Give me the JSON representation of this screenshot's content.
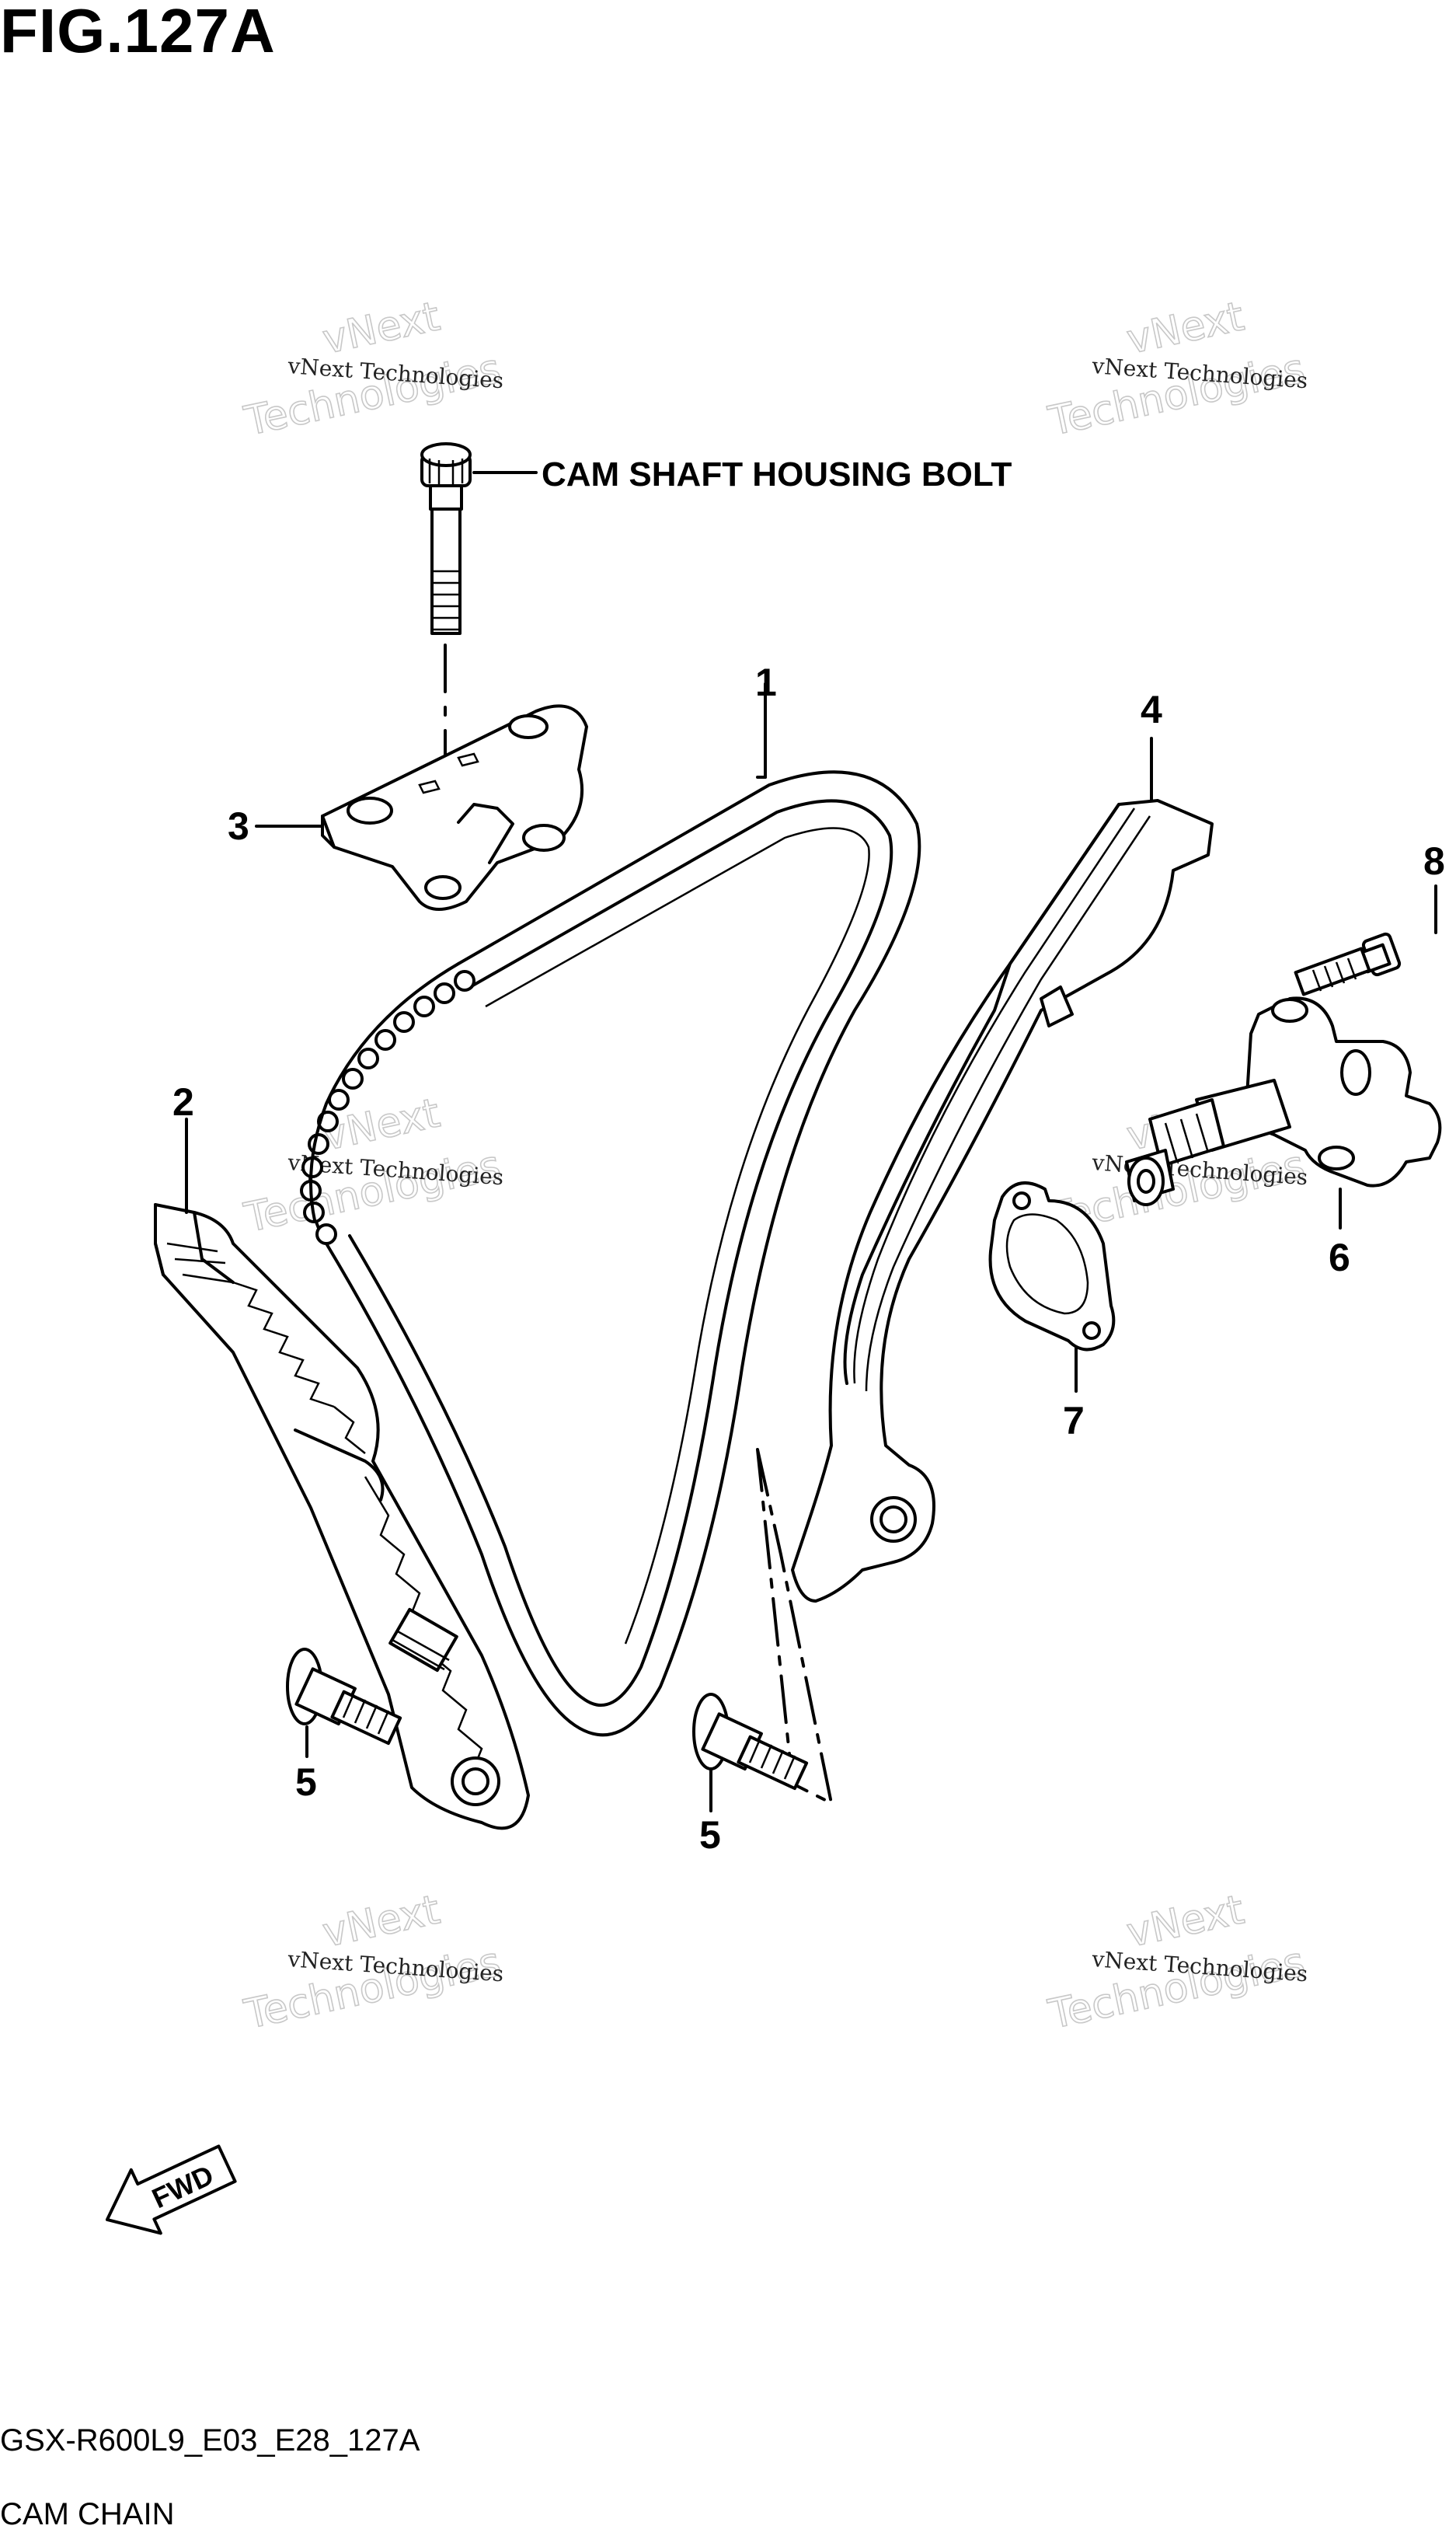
{
  "figure": {
    "title": "FIG.127A",
    "bolt_label": "CAM SHAFT HOUSING BOLT",
    "fwd_label": "FWD"
  },
  "callouts": [
    {
      "id": "1",
      "label": "1"
    },
    {
      "id": "2",
      "label": "2"
    },
    {
      "id": "3",
      "label": "3"
    },
    {
      "id": "4",
      "label": "4"
    },
    {
      "id": "5a",
      "label": "5"
    },
    {
      "id": "5b",
      "label": "5"
    },
    {
      "id": "6",
      "label": "6"
    },
    {
      "id": "7",
      "label": "7"
    },
    {
      "id": "8",
      "label": "8"
    }
  ],
  "watermark": {
    "line1": "vNext",
    "line2": "Technologies",
    "small": "vNext Technologies"
  },
  "footer": {
    "code": "GSX-R600L9_E03_E28_127A",
    "name": "CAM CHAIN"
  }
}
